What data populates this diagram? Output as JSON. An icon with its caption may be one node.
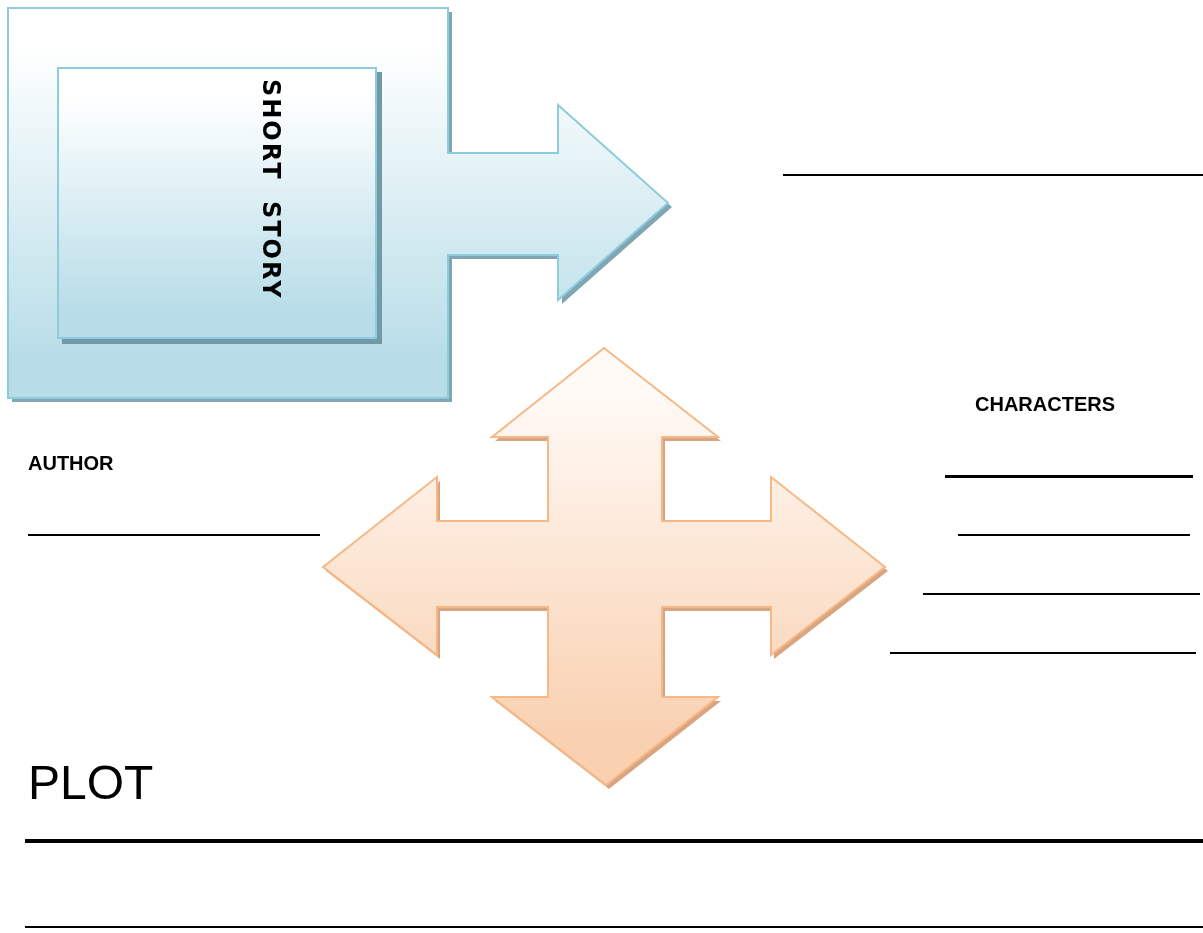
{
  "diagram": {
    "nodes": [
      {
        "text": [],
        "shape": "box"
      },
      {
        "text": [
          "SHORT STORY"
        ],
        "in": 0
      },
      {
        "text": [],
        "shape": "arrow"
      }
    ],
    "labels": [
      "AUTHOR",
      "CHARACTERS",
      "PLOT"
    ]
  }
}
